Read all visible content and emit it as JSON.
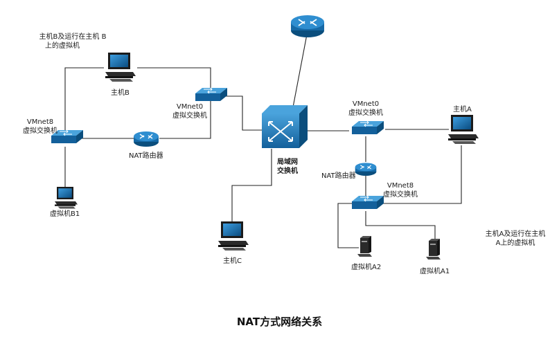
{
  "title": "NAT方式网络关系",
  "notes": {
    "host_b_note": [
      "主机B及运行在主机 B",
      "上的虚拟机"
    ],
    "host_a_note": [
      "主机A及运行在主机",
      "A上的虚拟机"
    ]
  },
  "labels": {
    "host_b": "主机B",
    "vmnet8_left": [
      "VMnet8",
      "虚拟交换机"
    ],
    "nat_router_left": "NAT路由器",
    "vm_b1": "虚拟机B1",
    "vmnet0_left": [
      "VMnet0",
      "虚拟交换机"
    ],
    "lan_switch": [
      "局域网",
      "交换机"
    ],
    "host_c": "主机C",
    "vmnet0_right": [
      "VMnet0",
      "虚拟交换机"
    ],
    "host_a": "主机A",
    "nat_router_right": "NAT路由器",
    "vmnet8_right": [
      "VMnet8",
      "虚拟交换机"
    ],
    "vm_a2": "虚拟机A2",
    "vm_a1": "虚拟机A1"
  },
  "colors": {
    "device_blue": "#1f78b4",
    "device_dark": "#0b4e7d",
    "line": "#222222"
  },
  "icons": {
    "router": "router-icon",
    "switch": "switch-icon",
    "core_switch": "core-switch-icon",
    "pc": "desktop-computer-icon",
    "tower": "tower-pc-icon"
  }
}
